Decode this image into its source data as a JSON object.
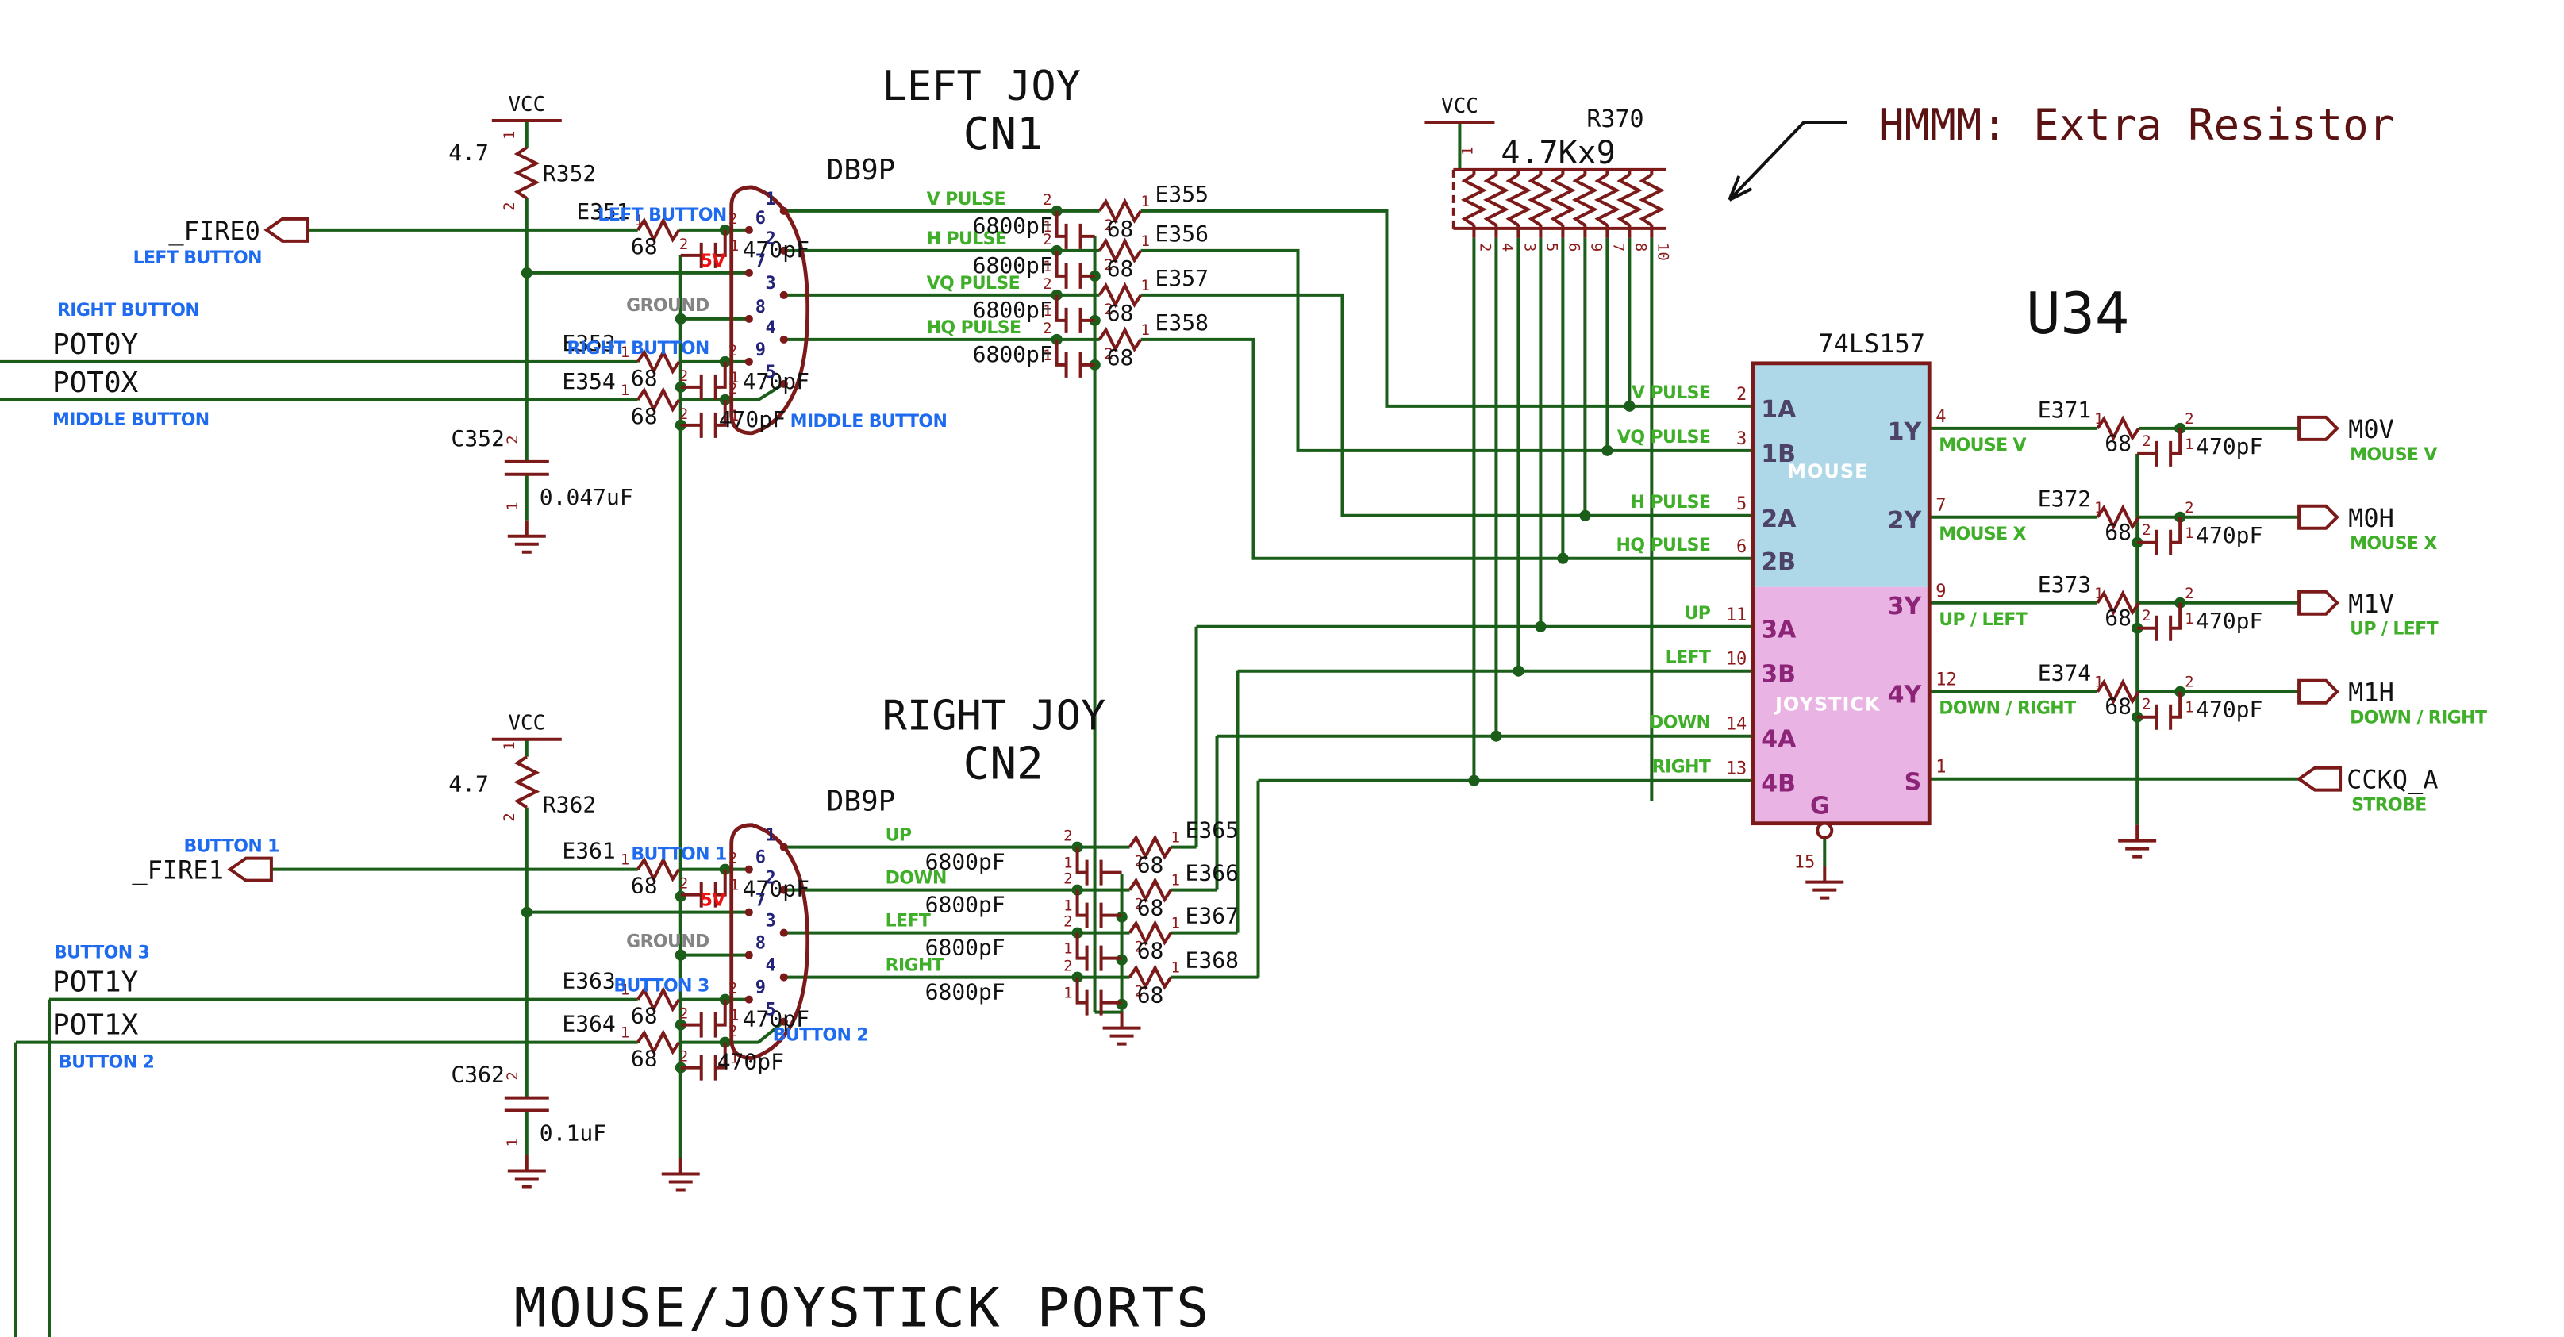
{
  "page": {
    "title": "MOUSE/JOYSTICK PORTS"
  },
  "annotation": {
    "text": "HMMM: Extra Resistor"
  },
  "values": {
    "vcc": "VCC",
    "r47": "4.7",
    "r68": "68",
    "c470": "470pF",
    "c6800": "6800pF",
    "c047": "0.047uF",
    "c01": "0.1uF",
    "p1": "1",
    "p2": "2"
  },
  "cn1": {
    "title": "LEFT JOY",
    "ref": "CN1",
    "conn_type": "DB9P",
    "pin_numbers": [
      "1",
      "2",
      "3",
      "4",
      "5",
      "6",
      "7",
      "8",
      "9"
    ],
    "signals": {
      "v": "V PULSE",
      "h": "H PULSE",
      "vq": "VQ PULSE",
      "hq": "HQ PULSE",
      "lb": "LEFT BUTTON",
      "rb": "RIGHT BUTTON",
      "mb": "MIDDLE BUTTON",
      "gnd": "GROUND",
      "v5": "5V"
    },
    "ports": {
      "fire": "_FIRE0",
      "poty": "POT0Y",
      "potx": "POT0X"
    },
    "refs": {
      "r352": "R352",
      "c352": "C352",
      "e351": "E351",
      "e353": "E353",
      "e354": "E354",
      "e355": "E355",
      "e356": "E356",
      "e357": "E357",
      "e358": "E358"
    }
  },
  "cn2": {
    "title": "RIGHT JOY",
    "ref": "CN2",
    "conn_type": "DB9P",
    "pin_numbers": [
      "1",
      "2",
      "3",
      "4",
      "5",
      "6",
      "7",
      "8",
      "9"
    ],
    "signals": {
      "up": "UP",
      "down": "DOWN",
      "left": "LEFT",
      "right": "RIGHT",
      "b1": "BUTTON 1",
      "b2": "BUTTON 2",
      "b3": "BUTTON 3",
      "gnd": "GROUND",
      "v5": "5V"
    },
    "ports": {
      "fire": "_FIRE1",
      "poty": "POT1Y",
      "potx": "POT1X"
    },
    "refs": {
      "r362": "R362",
      "c362": "C362",
      "e361": "E361",
      "e363": "E363",
      "e364": "E364",
      "e365": "E365",
      "e366": "E366",
      "e367": "E367",
      "e368": "E368"
    }
  },
  "r370": {
    "ref": "R370",
    "value": "4.7Kx9",
    "pin_top": "1",
    "pins_bottom": [
      "2",
      "4",
      "3",
      "5",
      "6",
      "9",
      "7",
      "8",
      "10"
    ]
  },
  "u34": {
    "ref": "U34",
    "part": "74LS157",
    "sections": {
      "mouse": "MOUSE",
      "joystick": "JOYSTICK"
    },
    "left_pins": [
      {
        "num": "2",
        "name": "1A",
        "label": "V PULSE"
      },
      {
        "num": "3",
        "name": "1B",
        "label": "VQ PULSE"
      },
      {
        "num": "5",
        "name": "2A",
        "label": "H PULSE"
      },
      {
        "num": "6",
        "name": "2B",
        "label": "HQ PULSE"
      },
      {
        "num": "11",
        "name": "3A",
        "label": "UP"
      },
      {
        "num": "10",
        "name": "3B",
        "label": "LEFT"
      },
      {
        "num": "14",
        "name": "4A",
        "label": "DOWN"
      },
      {
        "num": "13",
        "name": "4B",
        "label": "RIGHT"
      }
    ],
    "right_pins": [
      {
        "num": "4",
        "name": "1Y",
        "label": "MOUSE V"
      },
      {
        "num": "7",
        "name": "2Y",
        "label": "MOUSE X"
      },
      {
        "num": "9",
        "name": "3Y",
        "label": "UP / LEFT"
      },
      {
        "num": "12",
        "name": "4Y",
        "label": "DOWN / RIGHT"
      },
      {
        "num": "1",
        "name": "S",
        "label": ""
      }
    ],
    "g_pin": {
      "name": "G",
      "num": "15"
    }
  },
  "outputs": [
    {
      "ref": "E371",
      "port": "M0V",
      "label": "MOUSE V"
    },
    {
      "ref": "E372",
      "port": "M0H",
      "label": "MOUSE X"
    },
    {
      "ref": "E373",
      "port": "M1V",
      "label": "UP / LEFT"
    },
    {
      "ref": "E374",
      "port": "M1H",
      "label": "DOWN / RIGHT"
    }
  ],
  "strobe": {
    "port": "CCKQ_A",
    "label": "STROBE"
  },
  "colors": {
    "wire": "#1a5e1a",
    "component": "#7c1a1a",
    "label_green": "#3fae28",
    "label_blue": "#1e6bf0",
    "label_gray": "#848484",
    "label_red": "#ee1111",
    "chip_mouse": "#aed7e8",
    "chip_joystick": "#e9b3e4"
  }
}
